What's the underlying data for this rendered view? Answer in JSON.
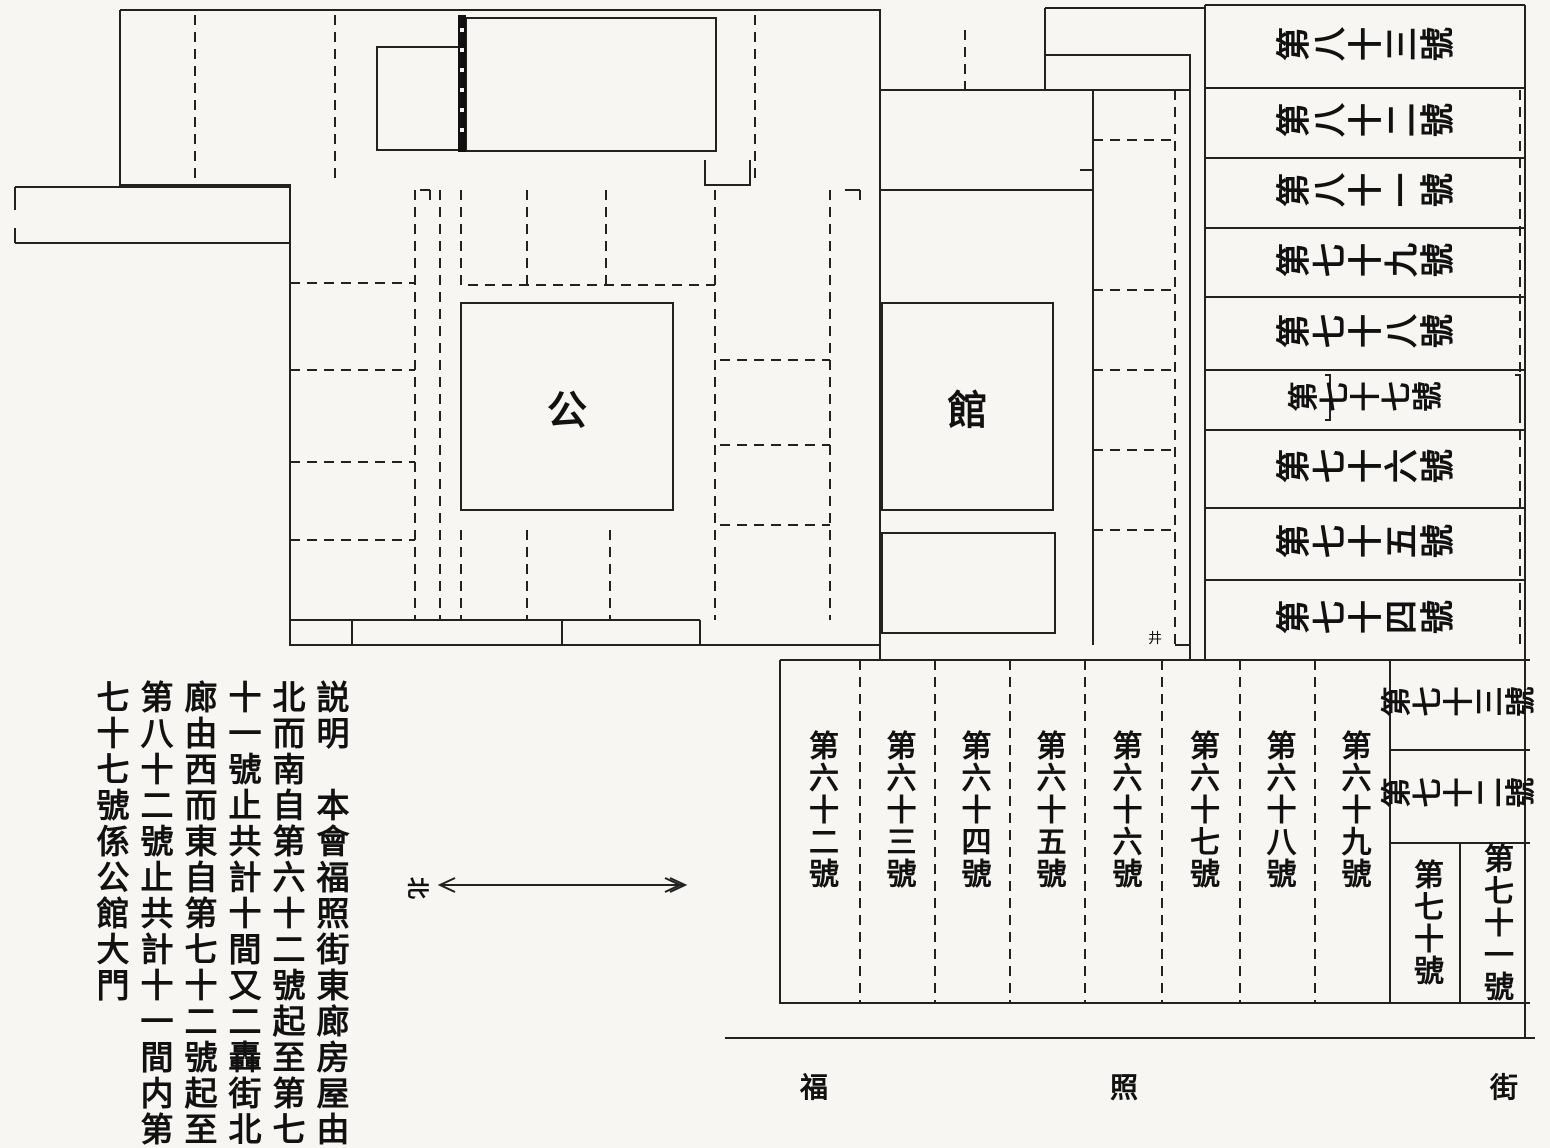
{
  "hall": {
    "char1": "公",
    "char2": "館"
  },
  "well": "井",
  "compass": {
    "label": "北"
  },
  "street": {
    "c1": "福",
    "c2": "照",
    "c3": "街"
  },
  "east_rooms": [
    "第八十三號",
    "第八十二號",
    "第八十一號",
    "第七十九號",
    "第七十八號",
    "第七十七號",
    "第七十六號",
    "第七十五號",
    "第七十四號",
    "第七十三號",
    "第七十二號"
  ],
  "south_rooms": [
    "第六十二號",
    "第六十三號",
    "第六十四號",
    "第六十五號",
    "第六十六號",
    "第六十七號",
    "第六十八號",
    "第六十九號"
  ],
  "corner_rooms": [
    "第七十號",
    "第七十一號"
  ],
  "note": {
    "lines": [
      "説明　本會福照街東廊房屋由",
      "北而南自第六十二號起至第七",
      "十一號止共計十間又二轟街北",
      "廊由西而東自第七十二號起至",
      "第八十二號止共計十一間内第",
      "七十七號係公館大門"
    ]
  }
}
